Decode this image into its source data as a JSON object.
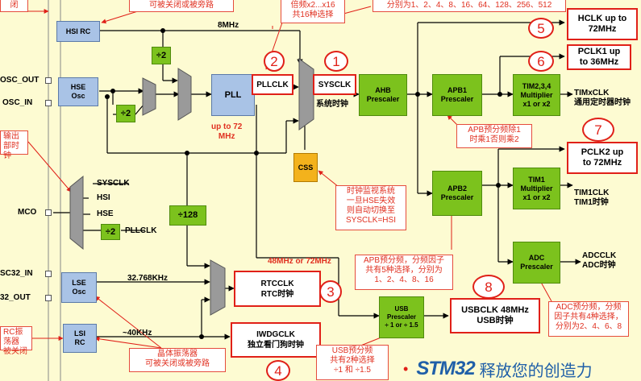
{
  "blocks": {
    "hsi_rc": "HSI RC",
    "hse_osc": "HSE\nOsc",
    "pll": "PLL",
    "css": "CSS",
    "ahb": "AHB\nPrescaler",
    "apb1": "APB1\nPrescaler",
    "apb2": "APB2\nPrescaler",
    "tim234": "TIM2,3,4\nMultiplier\nx1 or x2",
    "tim1": "TIM1\nMultiplier\nx1 or x2",
    "adc": "ADC\nPrescaler",
    "usb": "USB\nPrescaler\n÷ 1 or ÷ 1.5",
    "lse_osc": "LSE\nOsc",
    "lsi_rc": "LSI\nRC",
    "div2_a": "÷2",
    "div2_b": "÷2",
    "div2_mco": "÷2",
    "div128": "÷128"
  },
  "boxes": {
    "pllclk": "PLLCLK",
    "sysclk": "SYSCLK",
    "hclk": "HCLK up to\n72MHz",
    "pclk1": "PCLK1 up\nto 36MHz",
    "pclk2": "PCLK2 up\nto 72MHz",
    "rtcclk": "RTCCLK\nRTC时钟",
    "iwdgclk": "IWDGCLK\n独立看门狗时钟",
    "usbclk": "USBCLK 48MHz\nUSB时钟"
  },
  "circles": [
    "1",
    "2",
    "3",
    "4",
    "5",
    "6",
    "7",
    "8"
  ],
  "labels": {
    "osc_out": "OSC_OUT",
    "osc_in": "OSC_IN",
    "mco": "MCO",
    "osc32_in": "SC32_IN",
    "osc32_out": "32_OUT",
    "mhz8": "8MHz",
    "pll_upto": "up to 72\nMHz",
    "sysclk_cn": "系统时钟",
    "timxclk": "TIMxCLK\n通用定时器时钟",
    "tim1clk": "TIM1CLK\nTIM1时钟",
    "adcclk": "ADCCLK\nADC时钟",
    "mco_sysclk": "SYSCLK",
    "mco_hsi": "HSI",
    "mco_hse": "HSE",
    "mco_pllclk": "PLLCLK",
    "khz32768": "32.768KHz",
    "khz40": "~40KHz",
    "mhz48_72": "48MHz or 72MHz"
  },
  "notes": {
    "top_left": "闭",
    "top_mid": "可被关闭或被旁路",
    "top_pll": "倍频x2...x16\n共16种选择",
    "top_ahb": "分别为1、2、4、8、16、64、128、256、512",
    "left_mco": "输出\n部时钟",
    "left_lsi": "RC振荡器\n被关闭",
    "lse_note": "晶体振荡器\n可被关闭或被旁路",
    "css_note": "时钟监视系统\n一旦HSE失效\n则自动切换至\nSYSCLK=HSI",
    "apb_note": "APB预分频，分频因子\n共有5种选择，分别为\n1、2、4、8、16",
    "apb1_note": "APB预分频除1\n时乘1否则乘2",
    "usb_note": "USB预分频\n共有2种选择\n÷1 和 ÷1.5",
    "adc_note": "ADC预分频，分频\n因子共有4种选择，\n分别为2、4、6、8"
  },
  "logo": {
    "brand": "STM32",
    "slogan": "释放您的创造力"
  },
  "colors": {
    "background": "#fdfbd2",
    "block_blue": "#a9c3e6",
    "block_green": "#7cc21d",
    "block_orange": "#f3b21c",
    "highlight_red": "#e02018",
    "note_red": "#e03020",
    "logo_blue": "#1f5fa8"
  }
}
